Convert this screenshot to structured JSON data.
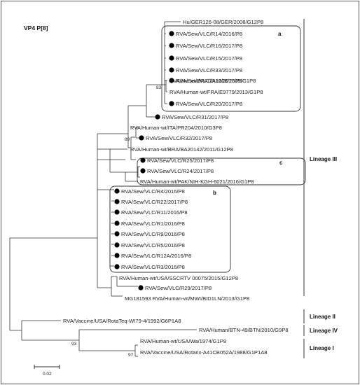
{
  "title": "VP4 P[8]",
  "scale_label": "0.02",
  "bootstrap": {
    "b83": "83",
    "b89": "89",
    "b93": "93",
    "b97": "97"
  },
  "box_tags": {
    "a": "a",
    "b": "b",
    "c": "c"
  },
  "lineages": {
    "III": "Lineage III",
    "II": "Lineage II",
    "IV": "Lineage IV",
    "I": "Lineage I"
  },
  "leaves": [
    {
      "label": "Hu/GER126-08/GER/2008/G12P8",
      "marked": false
    },
    {
      "label": "RVA/Sew/VLC/R14/2016/P8",
      "marked": true
    },
    {
      "label": "RVA/Sew/VLC/R16/2017/P8",
      "marked": true
    },
    {
      "label": "RVA/Sew/VLC/R15/2017/P8",
      "marked": true
    },
    {
      "label": "RVA/Sew/VLC/R33/2017/P8",
      "marked": true
    },
    {
      "label": "RVA/Sew/VLC/R18/2017/P8",
      "marked": true
    },
    {
      "label": "RVA/Hu-wt/BRA/1A1208/2009/G1P8",
      "marked": false
    },
    {
      "label": "RVA/Human-wt/FRA/E9779/2013/G1P8",
      "marked": false
    },
    {
      "label": "RVA/Sew/VLC/R20/2017/P8",
      "marked": true
    },
    {
      "label": "RVA/Sew/VLC/R31/2017/P8",
      "marked": true
    },
    {
      "label": "RVA/Human-wt/ITA/PR204/2010/G3P8",
      "marked": false
    },
    {
      "label": "RVA/Sew/VLC/R32/2017/P8",
      "marked": true
    },
    {
      "label": "RVA/Human-wt/BRA/BA20142/2011/G12P8",
      "marked": false
    },
    {
      "label": "RVA/Sew/VLC/R25/2017/P8",
      "marked": true
    },
    {
      "label": "RVA/Sew/VLC/R24/2017/P8",
      "marked": true
    },
    {
      "label": "RVA/Human-wt/PAK/NIH-KGH-6021/2016/G1P8",
      "marked": false
    },
    {
      "label": "RVA/Sew/VLC/R4/2016/P8",
      "marked": true
    },
    {
      "label": "RVA/Sew/VLC/R22/2017/P8",
      "marked": true
    },
    {
      "label": "RVA/Sew/VLC/R11/2016/P8",
      "marked": true
    },
    {
      "label": "RVA/Sew/VLC/R1/2016/P8",
      "marked": true
    },
    {
      "label": "RVA/Sew/VLC/R9/2016/P8",
      "marked": true
    },
    {
      "label": "RVA/Sew/VLC/R5/2016/P8",
      "marked": true
    },
    {
      "label": "RVA/Sew/VLC/R12A/2016/P8",
      "marked": true
    },
    {
      "label": "RVA/Sew/VLC/R3/2016/P8",
      "marked": true
    },
    {
      "label": "RVA/Human-wt/USA/SSCRTV 00075/2015/G12P8",
      "marked": false
    },
    {
      "label": "RVA/Sew/VLC/R29/2017/P8",
      "marked": true
    },
    {
      "label": "MG181593 RVA/Human-wt/MWI/BID1LN/2013/G1P8",
      "marked": false
    },
    {
      "label": "RVA/Vaccine/USA/RotaTeq-WI79-4/1992/G6P1A8",
      "marked": false
    },
    {
      "label": "RVA/Human/BTN-49/BTN/2010/G9P8",
      "marked": false
    },
    {
      "label": "RVA/Human-wt/USA/Wa/1974/G1P8",
      "marked": false
    },
    {
      "label": "RVA/Vaccine/USA/Rotarix-A41CB052A/1988/G1P1A8",
      "marked": false
    }
  ]
}
